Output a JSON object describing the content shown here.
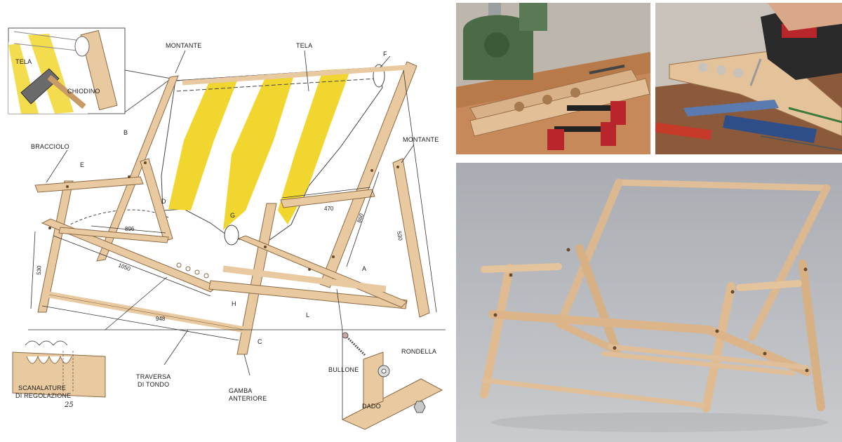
{
  "diagram": {
    "labels": {
      "tela_inset": "TELA",
      "chiodino": "CHIODINO",
      "montante_top": "MONTANTE",
      "tela_main": "TELA",
      "f": "F",
      "b": "B",
      "bracciolo": "BRACCIOLO",
      "e": "E",
      "montante_right": "MONTANTE",
      "d": "D",
      "g": "G",
      "a": "A",
      "h": "H",
      "l": "L",
      "c": "C",
      "scanalature": "SCANALATURE",
      "di_regolazione": "DI REGOLAZIONE",
      "traversa": "TRAVERSA",
      "di_tondo": "DI TONDO",
      "gamba": "GAMBA",
      "anteriore": "ANTERIORE",
      "bullone": "BULLONE",
      "rondella": "RONDELLA",
      "dado": "DADO"
    },
    "dimensions": {
      "d470": "470",
      "d860": "860",
      "d530_right": "530",
      "d896": "896",
      "d1050": "1050",
      "d530_left": "530",
      "d948": "948",
      "d25": "25"
    }
  },
  "colors": {
    "wood": "#e8c9a0",
    "wood_dark": "#c89a66",
    "stripe_yellow": "#f2d630",
    "canvas_white": "#ffffff",
    "photo_wood": "#d9b188",
    "photo_backdrop": "#b9bbbf",
    "tool_green": "#4a6b46",
    "clamp_red": "#b8252a"
  }
}
